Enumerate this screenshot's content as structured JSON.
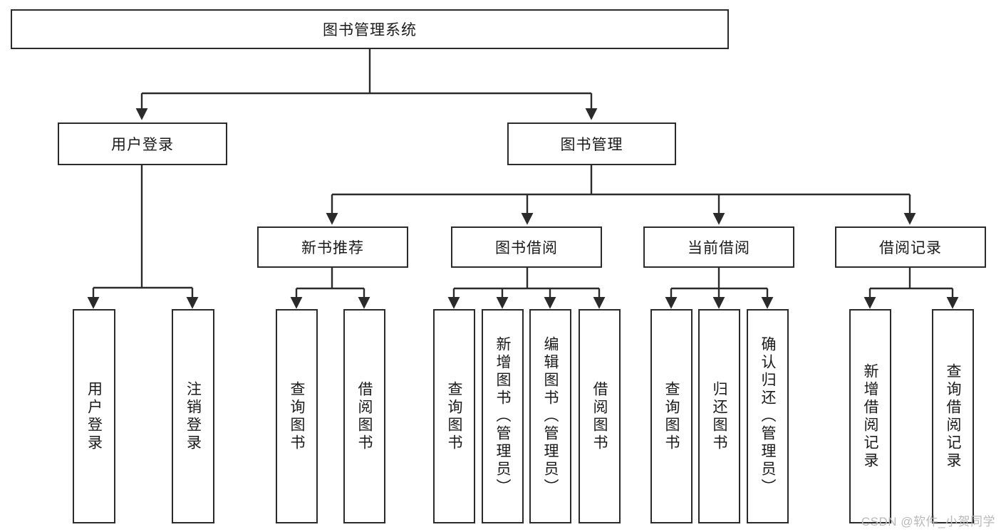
{
  "diagram": {
    "title": "图书管理系统",
    "watermark": "CSDN @软件_小贺同学",
    "colors": {
      "stroke": "#2b2b2b",
      "fill": "#ffffff",
      "text": "#1a1a1a",
      "watermark": "#b9b9b9"
    },
    "nodes": {
      "root": "图书管理系统",
      "level2": {
        "user_login": "用户登录",
        "book_manage": "图书管理"
      },
      "level3": {
        "new_book_recommend": "新书推荐",
        "book_borrow": "图书借阅",
        "current_borrow": "当前借阅",
        "borrow_record": "借阅记录"
      },
      "leaves": {
        "user_login_1": "用户登录",
        "user_login_2": "注销登录",
        "recommend_1": "查询图书",
        "recommend_2": "借阅图书",
        "borrow_1": "查询图书",
        "borrow_2": "新增图书（管理员）",
        "borrow_3": "编辑图书（管理员）",
        "borrow_4": "借阅图书",
        "current_1": "查询图书",
        "current_2": "归还图书",
        "current_3": "确认归还（管理员）",
        "record_1": "新增借阅记录",
        "record_2": "查询借阅记录"
      }
    }
  }
}
